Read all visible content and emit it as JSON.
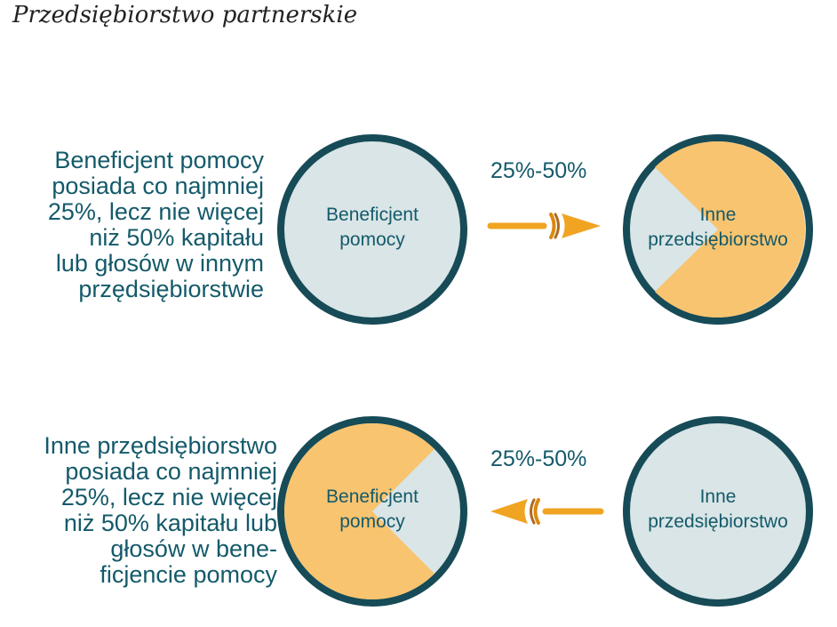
{
  "page_title": "Przedsiębiorstwo partnerskie",
  "colors": {
    "ring": "#164b57",
    "light_fill": "#d9e5e6",
    "orange_fill": "#f9c46f",
    "arrow": "#f0a422",
    "text": "#145a6a"
  },
  "row1": {
    "description": "Beneficjent pomocy\nposiada co najmniej\n25%, lecz nie więcej\nniż 50% kapitału\nlub głosów w innym\nprzędsiębiorstwie",
    "percent": "25%-50%",
    "left_circle": {
      "line1": "Beneficjent",
      "line2": "pomocy"
    },
    "right_circle": {
      "line1": "Inne",
      "line2": "przedsiębiorstwo"
    },
    "arrow_direction": "right"
  },
  "row2": {
    "description": "Inne przędsiębiorstwo\nposiada co najmniej\n25%, lecz nie więcej\nniż 50% kapitału lub\ngłosów w bene-\nficjencie pomocy",
    "percent": "25%-50%",
    "left_circle": {
      "line1": "Beneficjent",
      "line2": "pomocy"
    },
    "right_circle": {
      "line1": "Inne",
      "line2": "przedsiębiorstwo"
    },
    "arrow_direction": "left"
  }
}
